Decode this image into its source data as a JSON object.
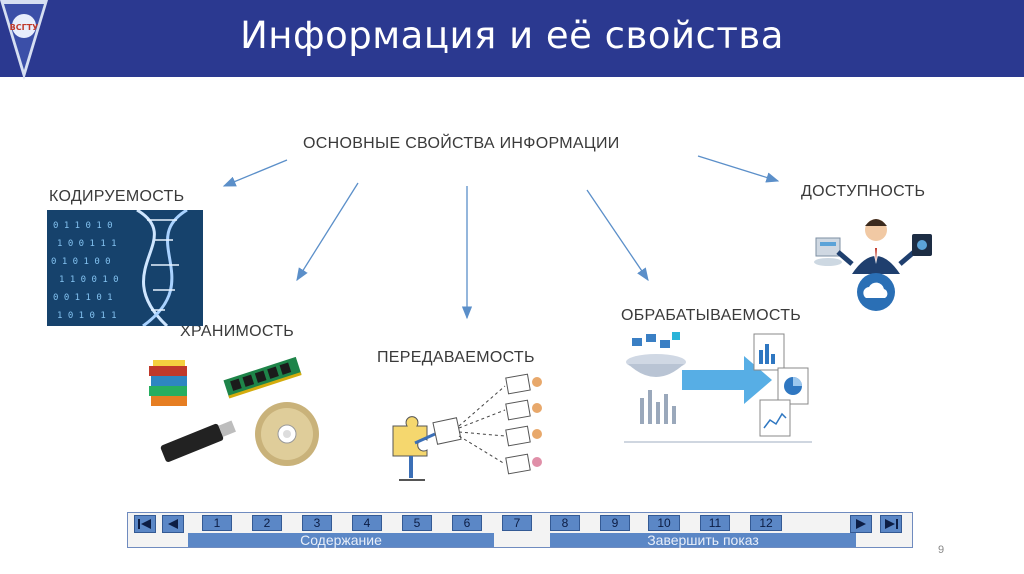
{
  "header": {
    "title": "Информация и её свойства",
    "logo_text": "ВСГТУ"
  },
  "diagram": {
    "center": "ОСНОВНЫЕ СВОЙСТВА ИНФОРМАЦИИ",
    "properties": {
      "encodability": "КОДИРУЕМОСТЬ",
      "storability": "ХРАНИМОСТЬ",
      "transmissibility": "ПЕРЕДАВАЕМОСТЬ",
      "processability": "ОБРАБАТЫВАЕМОСТЬ",
      "accessibility": "ДОСТУПНОСТЬ"
    }
  },
  "nav": {
    "pages": [
      "1",
      "2",
      "3",
      "4",
      "5",
      "6",
      "7",
      "8",
      "9",
      "10",
      "11",
      "12"
    ],
    "contents_label": "Содержание",
    "end_label": "Завершить показ"
  },
  "slide_number": "9",
  "colors": {
    "header_bg": "#2b3990",
    "arrow": "#5b8fc9",
    "nav_button": "#5b87c6"
  }
}
